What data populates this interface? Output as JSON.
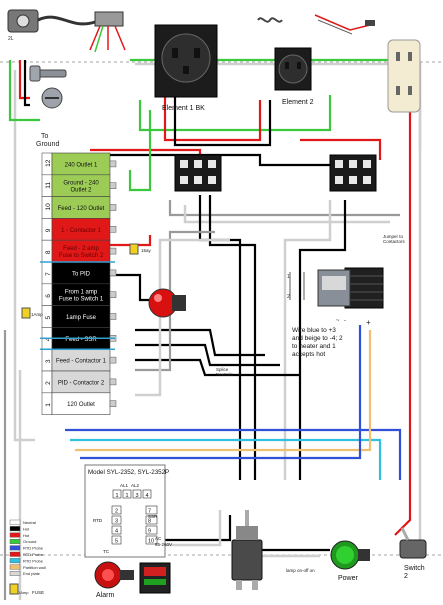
{
  "labels": {
    "to_ground": "To\nGround",
    "element1": "Element 1 BK",
    "element2": "Element 2",
    "jumper": "Jumper to\nContactors",
    "splice": "Splice\nNeutrals",
    "relay_note": "15ay",
    "fuse_note": "1Amp",
    "ssr_note": "Wire blue to +3\nand beige to -4; 2\nto heater and 1\naccepts hot",
    "ssr_plus": "+",
    "ssr_minus": "-",
    "ssr_amp": "~",
    "model": "Model SYL-2352, SYL-2352P",
    "al1": "AL1",
    "al2": "AL2",
    "ssr_label": "SSR",
    "rtd": "RTD",
    "tc": "TC",
    "ac": "AC\n85-260V",
    "lamp_note": "lamp on-off on",
    "power": "Power",
    "switch2": "Switch\n2",
    "alarm": "Alarm",
    "fuse_caption": "1Amp",
    "fuse_word": "FUSE"
  },
  "terminal_rows": [
    {
      "num": "12",
      "text": "240 Outlet 1",
      "color": "#9ccc56"
    },
    {
      "num": "11",
      "text": "Ground - 240\nOutlet 2",
      "color": "#9ccc56"
    },
    {
      "num": "10",
      "text": "Feed - 120 Outlet",
      "color": "#9ccc56"
    },
    {
      "num": "9",
      "text": "1 - Contactor 1",
      "color": "#e01818"
    },
    {
      "num": "8",
      "text": "Feed - 2 amp\nFuse to Switch 2",
      "color": "#e01818"
    },
    {
      "num": "7",
      "text": "To PID",
      "color": "#000000"
    },
    {
      "num": "6",
      "text": "From 1 amp\nFuse to Switch 1",
      "color": "#000000"
    },
    {
      "num": "5",
      "text": "1amp Fuse",
      "color": "#000000"
    },
    {
      "num": "4",
      "text": "Feed - SSR",
      "color": "#000000"
    },
    {
      "num": "3",
      "text": "Feed - Contactor 1",
      "color": "#d8d8d8"
    },
    {
      "num": "2",
      "text": "PID - Contactor 2",
      "color": "#d8d8d8"
    },
    {
      "num": "1",
      "text": "120 Outlet",
      "color": "#ffffff"
    }
  ],
  "pid_terminals_left": [
    "2",
    "3",
    "4",
    "5"
  ],
  "pid_terminals_right": [
    "7",
    "8",
    "9",
    "10"
  ],
  "pid_terminals_top": [
    "1",
    "1",
    "3",
    "4"
  ],
  "legend": [
    {
      "name": "Neutral",
      "color": "#ffffff"
    },
    {
      "name": "Hot",
      "color": "#000000"
    },
    {
      "name": "Hot",
      "color": "#e01818"
    },
    {
      "name": "Ground",
      "color": "#3cc83c"
    },
    {
      "name": "RTD Probe",
      "color": "#3050d8"
    },
    {
      "name": "RTD Probe",
      "color": "#e01818"
    },
    {
      "name": "RTD Probe",
      "color": "#30c0e0"
    },
    {
      "name": "Partition wall",
      "color": "#f0c070"
    },
    {
      "name": "End plate",
      "color": "#d8d8d8"
    }
  ],
  "colors": {
    "green": "#3cc83c",
    "red": "#e01818",
    "black": "#000000",
    "white_wire": "#cfcfcf",
    "gray": "#9a9a9a",
    "blue": "#3050d8",
    "cyan": "#30c0e0",
    "beige": "#f0c070"
  }
}
